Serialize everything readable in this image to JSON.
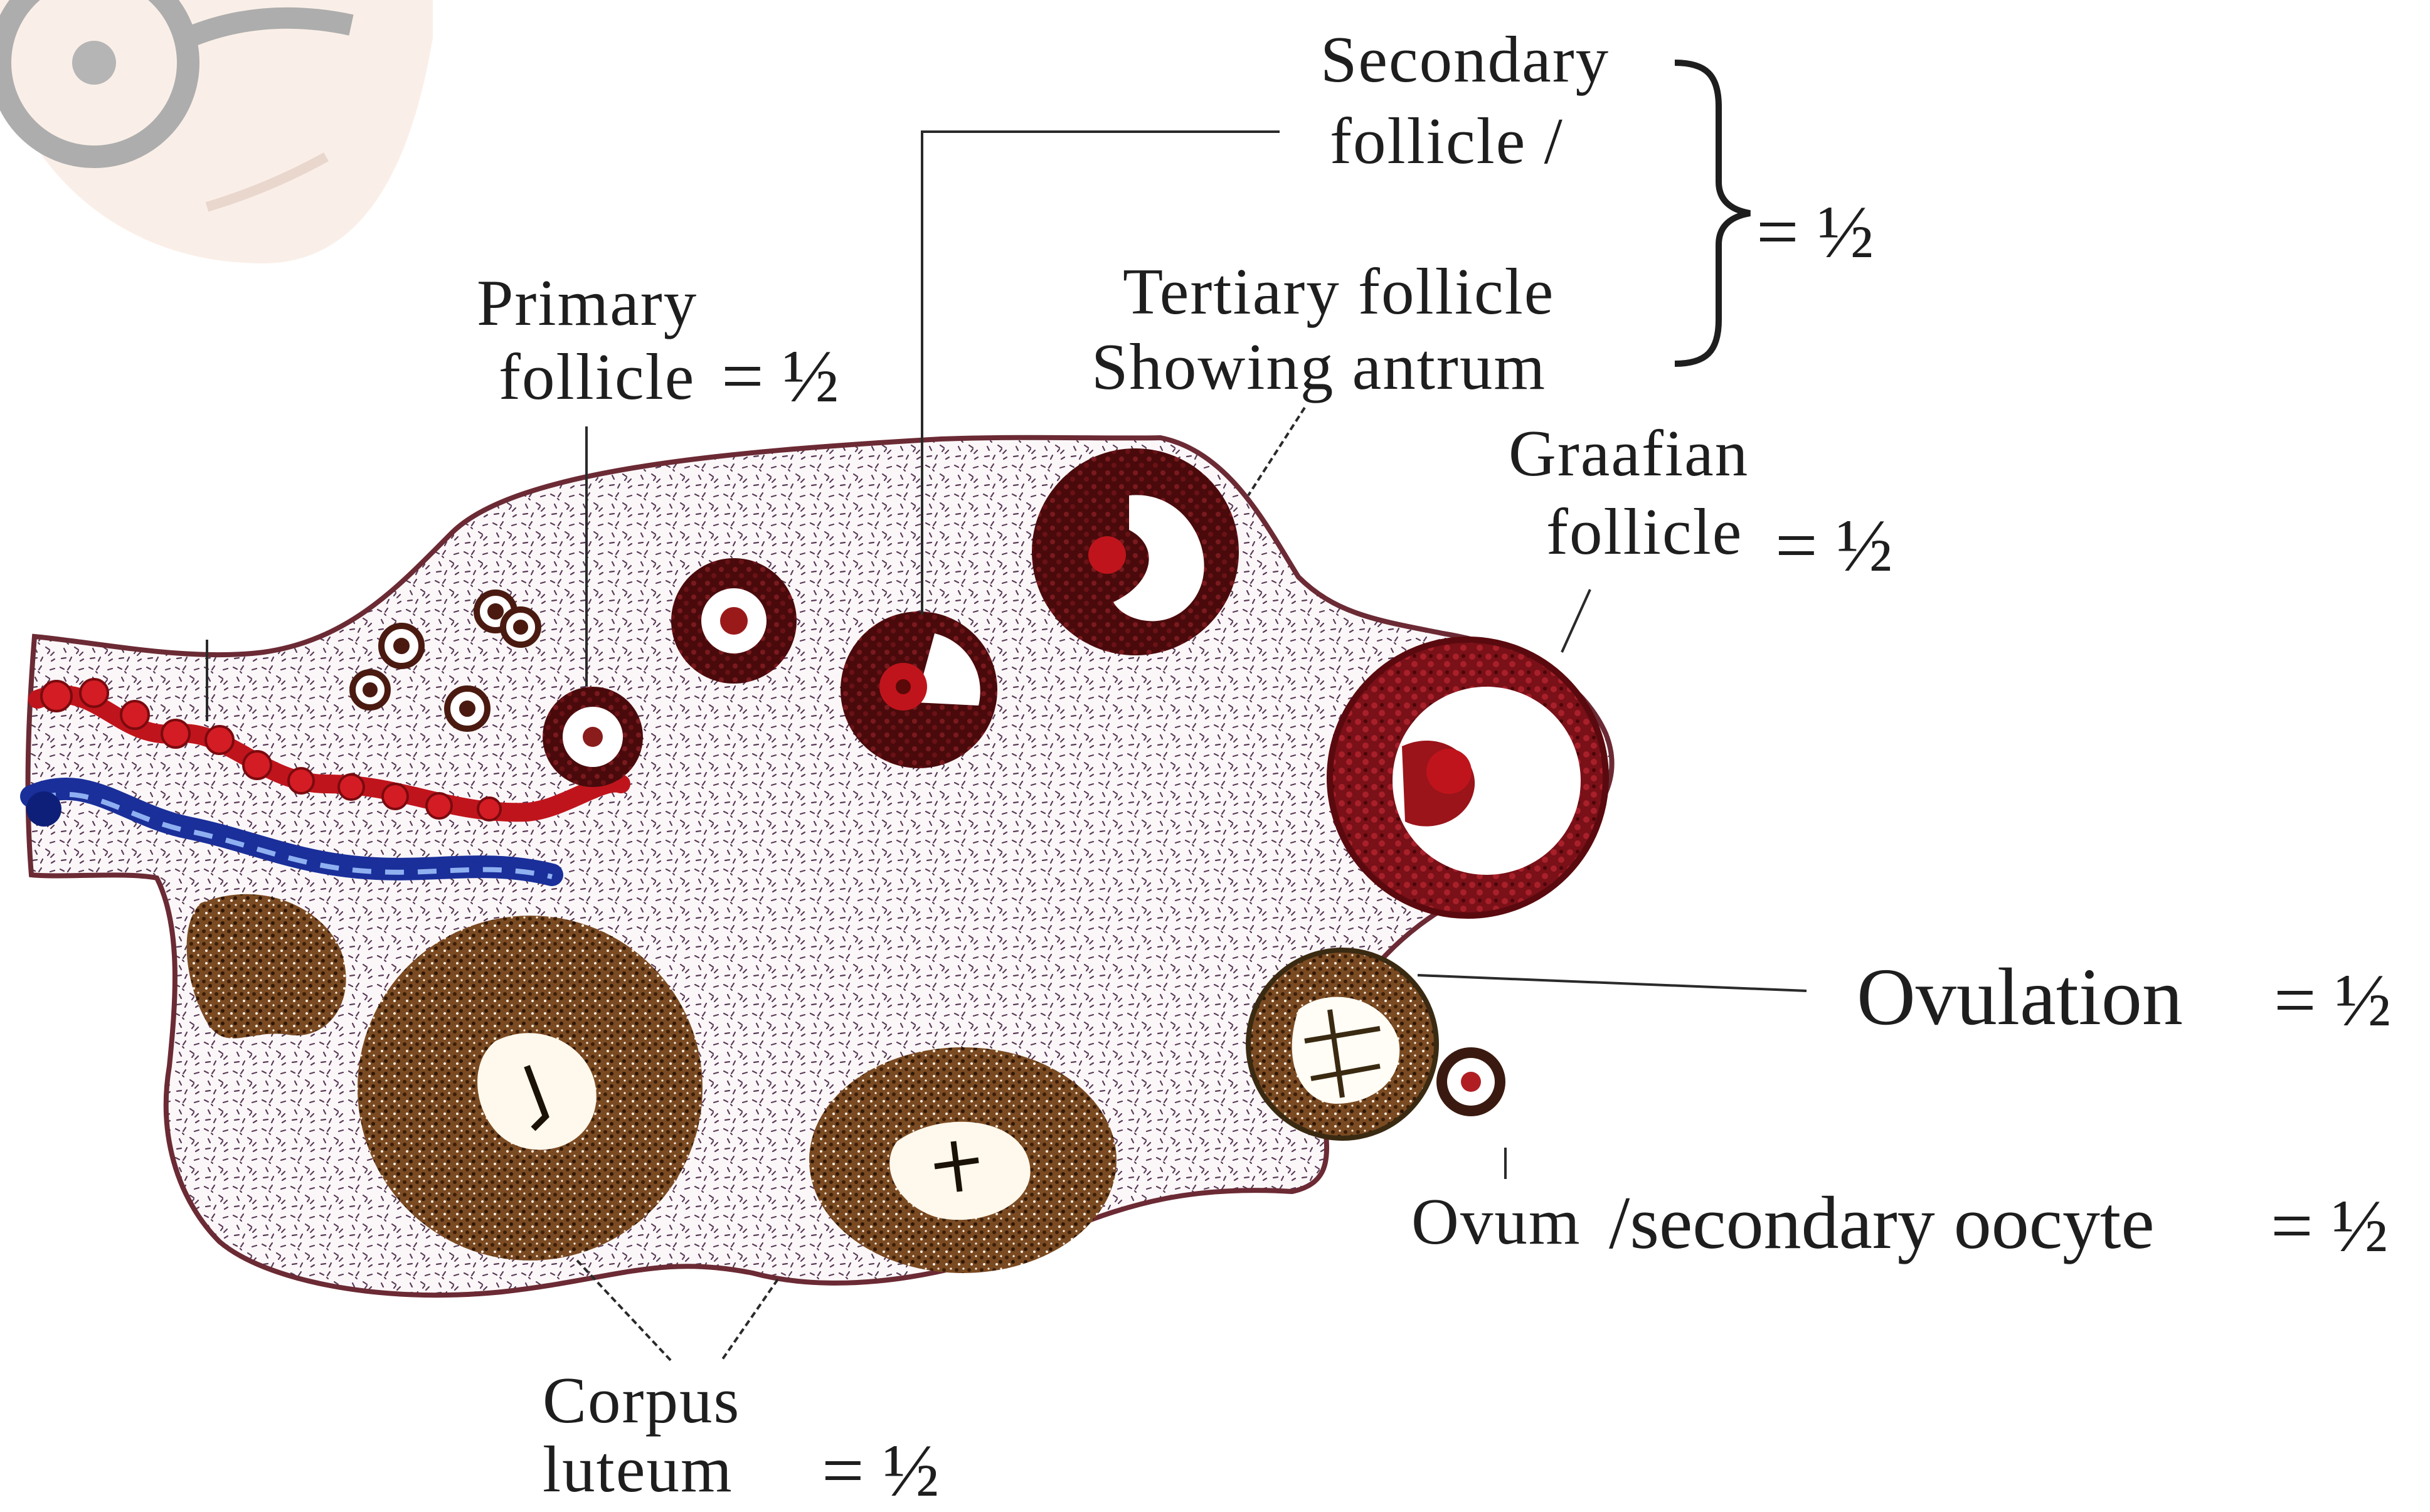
{
  "labels": {
    "secondary_follicle": [
      "Secondary",
      "follicle  /"
    ],
    "tertiary_follicle": [
      "Tertiary follicle",
      "Showing antrum"
    ],
    "brace_mark": "= ½",
    "primary_follicle": [
      "Primary",
      "follicle"
    ],
    "primary_mark": "= ½",
    "graafian_follicle": [
      "Graafian",
      "follicle"
    ],
    "graafian_mark": "= ½",
    "ovulation": "Ovulation",
    "ovulation_mark": "= ½",
    "ovum": "Ovum",
    "secondary_oocyte": "/secondary oocyte",
    "ovum_mark": "= ½",
    "corpus_luteum": [
      "Corpus",
      "luteum"
    ],
    "corpus_mark": "= ½"
  },
  "colors": {
    "stroma_outline": "#6b2a34",
    "follicle_dark": "#3a0a0a",
    "follicle_red": "#b01e24",
    "artery": "#c0141c",
    "vein": "#1a2f9a",
    "corpus": "#5a3515",
    "leader": "#2a2a2a"
  }
}
